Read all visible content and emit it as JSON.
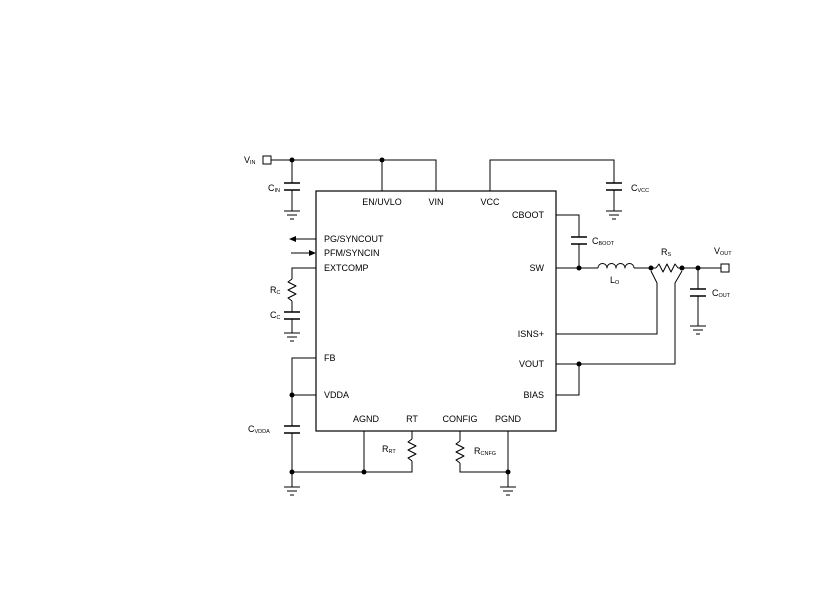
{
  "pins": {
    "en_uvlo": "EN/UVLO",
    "vin": "VIN",
    "vcc": "VCC",
    "cboot": "CBOOT",
    "pg_syncout": "PG/SYNCOUT",
    "pfm_syncin": "PFM/SYNCIN",
    "extcomp": "EXTCOMP",
    "sw": "SW",
    "isns_plus": "ISNS+",
    "fb": "FB",
    "vout": "VOUT",
    "vdda": "VDDA",
    "bias": "BIAS",
    "agnd": "AGND",
    "rt": "RT",
    "config": "CONFIG",
    "pgnd": "PGND"
  },
  "components": {
    "vin_terminal": {
      "main": "V",
      "sub": "IN"
    },
    "cin": {
      "main": "C",
      "sub": "IN"
    },
    "cvcc": {
      "main": "C",
      "sub": "VCC"
    },
    "cboot_cap": {
      "main": "C",
      "sub": "BOOT"
    },
    "rc": {
      "main": "R",
      "sub": "C"
    },
    "cc": {
      "main": "C",
      "sub": "C"
    },
    "lo": {
      "main": "L",
      "sub": "O"
    },
    "rs": {
      "main": "R",
      "sub": "S"
    },
    "vout_terminal": {
      "main": "V",
      "sub": "OUT"
    },
    "cout": {
      "main": "C",
      "sub": "OUT"
    },
    "cvdda": {
      "main": "C",
      "sub": "VDDA"
    },
    "rrt": {
      "main": "R",
      "sub": "RT"
    },
    "rcnfg": {
      "main": "R",
      "sub": "CNFG"
    }
  }
}
